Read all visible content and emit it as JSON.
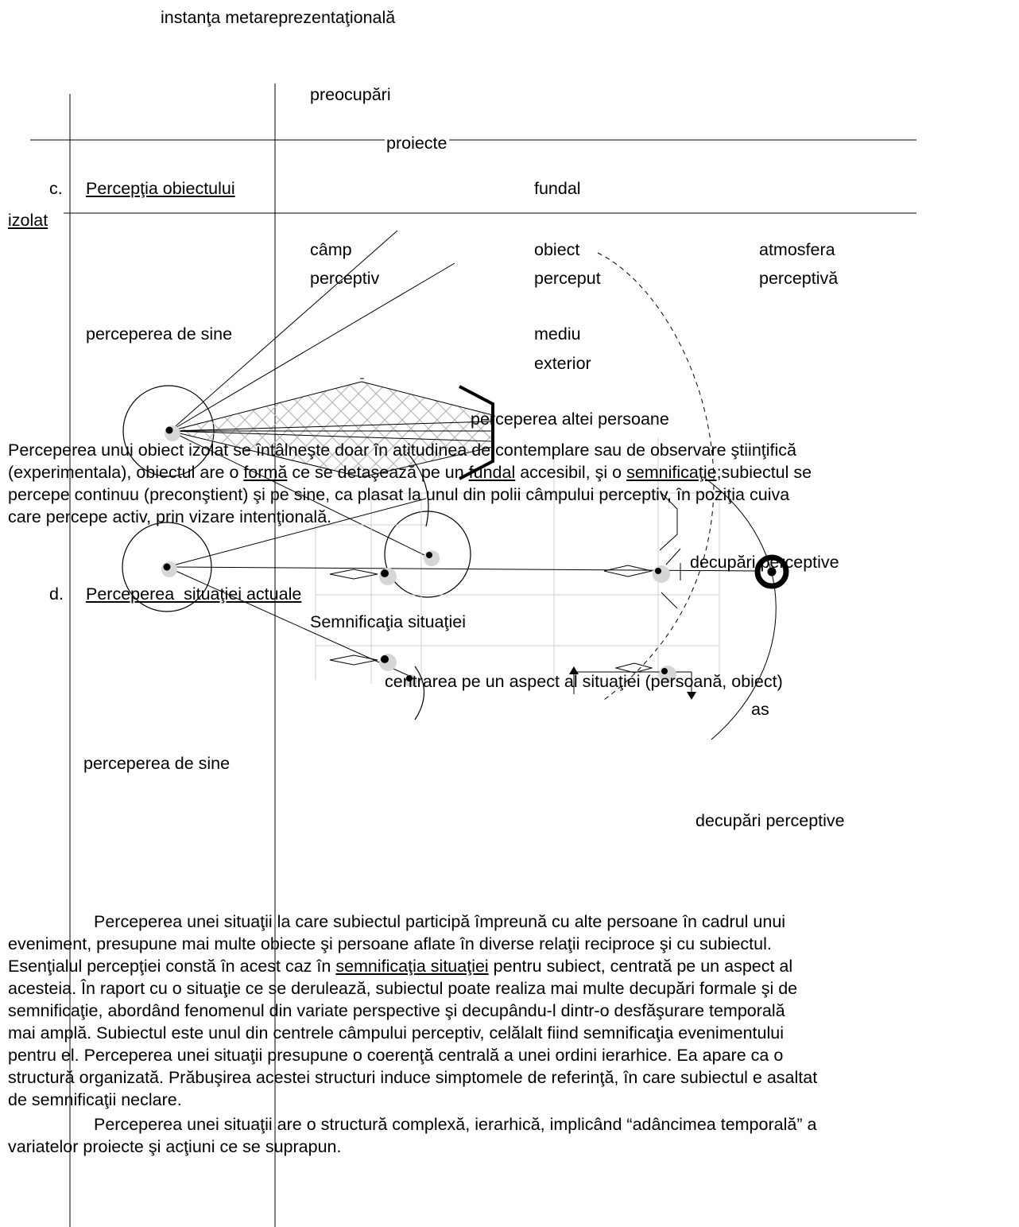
{
  "diagram_top": {
    "meta_instance": "instanţa metareprezentaţională",
    "preoccupations": "preocupări",
    "projects": "proiecte",
    "background": "fundal",
    "perceptive_field": [
      "câmp",
      "perceptiv"
    ],
    "perceived_object": [
      "obiect",
      "perceput"
    ],
    "perceptive_atmosphere": [
      "atmosfera",
      "perceptivă"
    ],
    "self_perception": "perceperea de sine",
    "external_environment": [
      "mediu",
      "exterior"
    ],
    "other_person": "perceperea altei persoane"
  },
  "section_c": {
    "letter": "c.",
    "title": "Percepţia obiectului",
    "title_cont": "izolat",
    "paragraph": {
      "l1": "Perceperea unui obiect izolat se întâlneşte doar în atitudinea de contemplare sau de observare ştiinţifică",
      "l2_a": "(experimentala), obiectul are o ",
      "l2_form": "formă",
      "l2_b": " ce se detaşează pe un ",
      "l2_fundal": "fundal",
      "l2_c": " accesibil, şi o ",
      "l2_sem": "semnificaţie",
      "l2_d": ";subiectul se",
      "l3": "percepe continuu (preconştient) şi pe sine, ca plasat la unul din polii câmpului perceptiv, în poziţia cuiva",
      "l4": "care percepe activ, prin vizare intenţională."
    }
  },
  "section_d": {
    "letter": "d.",
    "title": "Perceperea  situaţiei actuale",
    "situation_meaning": "Semnificaţia situaţiei",
    "centering": "centrarea pe un aspect al situaţiei (persoană, obiect)",
    "as": "as",
    "self_perception": "perceperea de sine",
    "perceptive_cuts_1": "decupări perceptive",
    "perceptive_cuts_2": "decupări perceptive",
    "paragraph1": {
      "l1": "Perceperea unei situaţii la care subiectul participă împreună cu alte persoane în cadrul unui",
      "l2": "eveniment, presupune mai multe obiecte şi persoane aflate în diverse relaţii reciproce şi cu subiectul.",
      "l3_a": "Esenţialul percepţiei constă în acest caz în ",
      "l3_u": "semnificaţia situaţiei",
      "l3_b": " pentru subiect, centrată pe un aspect al",
      "l4": "acesteia. În raport cu o situaţie ce se derulează, subiectul poate realiza mai multe decupări formale şi de",
      "l5": "semnificaţie, abordând fenomenul din variate perspective şi decupându-l dintr-o desfăşurare temporală",
      "l6": "mai amplă. Subiectul este unul din centrele câmpului perceptiv, celălalt fiind semnificaţia evenimentului",
      "l7": "pentru el. Perceperea unei situaţii presupune o coerenţă centrală a unei ordini ierarhice. Ea apare ca o",
      "l8": "structură organizată. Prăbuşirea acestei structuri induce simptomele de referinţă, în care subiectul e asaltat",
      "l9": "de semnificaţii neclare."
    },
    "paragraph2": {
      "l1": "Perceperea unei situaţii are o structură complexă, ierarhică, implicând “adâncimea temporală” a",
      "l2": "variatelor proiecte şi acţiuni ce se suprapun."
    }
  }
}
